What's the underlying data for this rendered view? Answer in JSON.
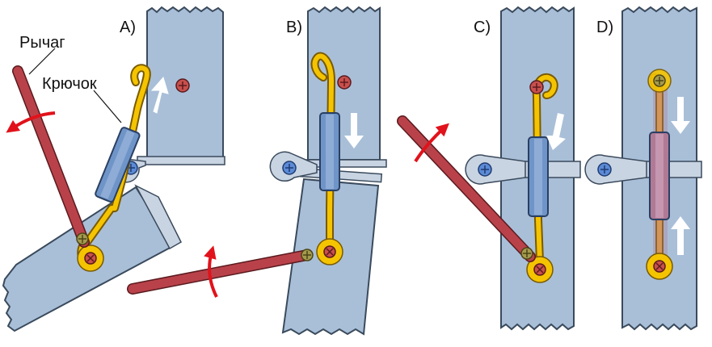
{
  "panels": {
    "a": {
      "label": "A)"
    },
    "b": {
      "label": "B)"
    },
    "c": {
      "label": "C)"
    },
    "d": {
      "label": "D)"
    }
  },
  "callouts": {
    "lever": "Рычаг",
    "hook": "Крючок"
  },
  "colors": {
    "plank": "#a9bfd8",
    "plank_stroke": "#3a4a5c",
    "hook": "#f5c400",
    "hook_stroke": "#7a5a00",
    "lever": "#b9424a",
    "lever_stroke": "#5a1a1e",
    "sleeve": "#6f95c8",
    "sleeve_stroke": "#2a3f63",
    "screw_blue": "#5b8ad6",
    "screw_red": "#c8504c",
    "screw_olive": "#a59b4e",
    "arrow_red": "#e1121b",
    "arrow_white": "#ffffff",
    "tensioned": "#b07a95"
  }
}
